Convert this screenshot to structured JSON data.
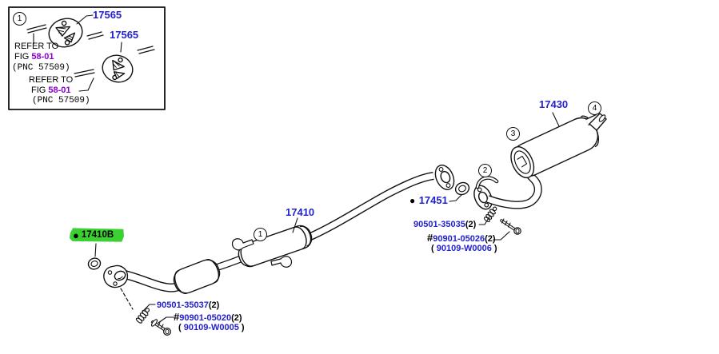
{
  "colors": {
    "part_number_blue": "#2222cc",
    "fig_link_purple": "#8800cc",
    "highlight_green": "#3bd133",
    "line_art": "#111111"
  },
  "inset_box": {
    "callout": "1",
    "hanger_labels": [
      "17565",
      "17565"
    ],
    "notes": [
      {
        "refer": "REFER TO",
        "fig_word": "FIG ",
        "fig_number": "58-01",
        "pnc": "(PNC 57509)"
      },
      {
        "refer": "REFER TO",
        "fig_word": "FIG ",
        "fig_number": "58-01",
        "pnc": "(PNC 57509)"
      }
    ]
  },
  "callouts": {
    "c1": "1",
    "c2": "2",
    "c3": "3",
    "c4": "4"
  },
  "parts": {
    "front_gasket": {
      "bullet": "●",
      "number": "17410B"
    },
    "center_pipe": {
      "number": "17410"
    },
    "center_gasket": {
      "bullet": "●",
      "number": "17451"
    },
    "rear_muffler": {
      "number": "17430"
    },
    "front_spring": {
      "number": "90501-35037",
      "qty": "(2)"
    },
    "front_bolt": {
      "hash": "#",
      "number": "90901-05020",
      "qty": "(2)",
      "alt_prefix": "( ",
      "alt_number": "90109-W0005",
      "alt_suffix": " )"
    },
    "rear_spring": {
      "number": "90501-35035",
      "qty": "(2)"
    },
    "rear_bolt": {
      "hash": "#",
      "number": "90901-05026",
      "qty": "(2)",
      "alt_prefix": "( ",
      "alt_number": "90109-W0006",
      "alt_suffix": " )"
    }
  }
}
